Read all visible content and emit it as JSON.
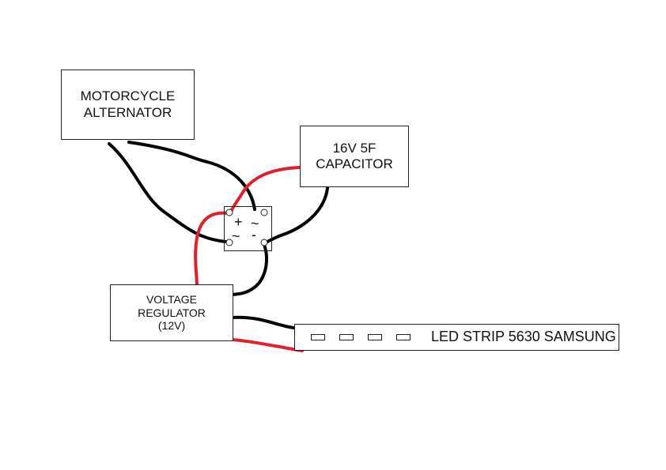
{
  "components": {
    "alternator": {
      "line1": "MOTORCYCLE",
      "line2": "ALTERNATOR"
    },
    "capacitor": {
      "line1": "16V 5F",
      "line2": "CAPACITOR"
    },
    "regulator": {
      "line1": "VOLTAGE",
      "line2": "REGULATOR",
      "line3": "(12V)"
    },
    "led_strip": {
      "label": "LED STRIP 5630 SAMSUNG"
    }
  },
  "bridge_rectifier": {
    "plus": "+",
    "minus": "-",
    "ac_top": "~",
    "ac_bottom": "~"
  },
  "colors": {
    "positive_wire": "#e0202a",
    "negative_wire": "#000000",
    "outline": "#222222"
  }
}
